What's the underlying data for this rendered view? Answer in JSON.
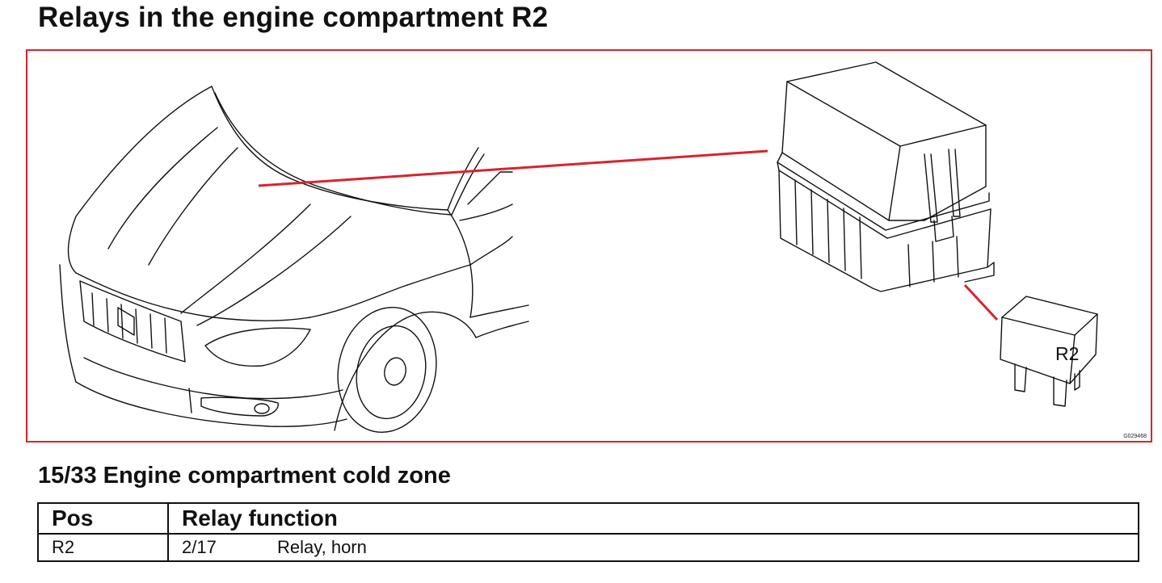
{
  "page": {
    "title": "Relays in the engine compartment R2"
  },
  "figure": {
    "relay_label": "R2",
    "figure_id": "G029468",
    "callout_color": "#d9232d",
    "frame_color": "#d9232d"
  },
  "section": {
    "title": "15/33 Engine compartment cold zone"
  },
  "table": {
    "headers": {
      "pos": "Pos",
      "function": "Relay function"
    },
    "rows": [
      {
        "pos": "R2",
        "code": "2/17",
        "function": "Relay, horn"
      }
    ]
  }
}
